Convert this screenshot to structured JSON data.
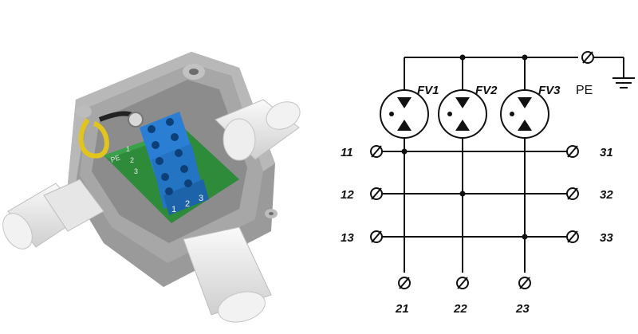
{
  "product_photo": {
    "board_labels": [
      "PE",
      "1",
      "2",
      "3"
    ],
    "terminal_labels": [
      "1",
      "2",
      "3"
    ]
  },
  "schematic": {
    "arresters": [
      "FV1",
      "FV2",
      "FV3"
    ],
    "ground_label": "PE",
    "left_terminals": [
      "11",
      "12",
      "13"
    ],
    "right_terminals": [
      "31",
      "32",
      "33"
    ],
    "bottom_terminals": [
      "21",
      "22",
      "23"
    ]
  }
}
